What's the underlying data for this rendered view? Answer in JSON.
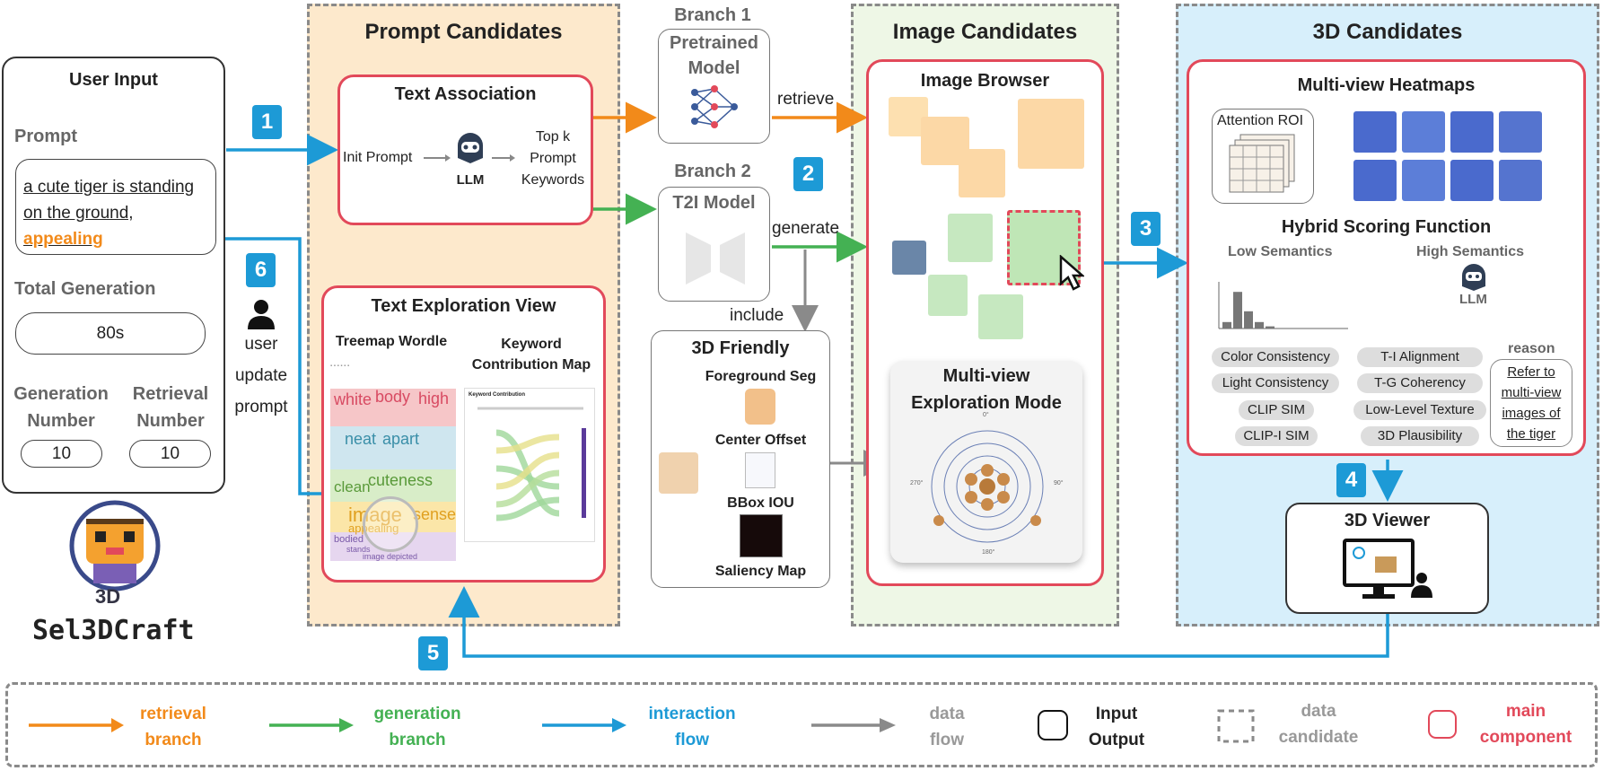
{
  "user_input": {
    "title": "User Input",
    "prompt_label": "Prompt",
    "prompt_line1": "a cute tiger is standing",
    "prompt_line2": "on the ground,",
    "prompt_highlight": "appealing",
    "total_generation_label": "Total Generation",
    "total_generation_value": "80s",
    "generation_number_label_1": "Generation",
    "generation_number_label_2": "Number",
    "retrieval_number_label_1": "Retrieval",
    "retrieval_number_label_2": "Number",
    "generation_number_value": "10",
    "retrieval_number_value": "10"
  },
  "logo": {
    "mark": "3D",
    "text": "Sel3DCraft"
  },
  "steps": {
    "s1": "1",
    "s2": "2",
    "s3": "3",
    "s4": "4",
    "s5": "5",
    "s6": "6"
  },
  "user_update": {
    "line1": "user",
    "line2": "update",
    "line3": "prompt"
  },
  "prompt_candidates": {
    "title": "Prompt Candidates",
    "text_association": {
      "title": "Text Association",
      "init": "Init Prompt",
      "llm": "LLM",
      "topk_1": "Top k",
      "topk_2": "Prompt",
      "topk_3": "Keywords"
    },
    "text_exploration": {
      "title": "Text Exploration View",
      "treemap_title": "Treemap Wordle",
      "keyword_title_1": "Keyword",
      "keyword_title_2": "Contribution Map",
      "keyword_inner_title": "Keyword Contribution",
      "words": [
        "white",
        "body",
        "high",
        "neat",
        "apart",
        "cuteness",
        "clean",
        "image",
        "sense",
        "appealing",
        "bodied",
        "stands",
        "image depicted"
      ]
    }
  },
  "branch1": {
    "title": "Branch 1",
    "model_1": "Pretrained",
    "model_2": "Model",
    "edge": "retrieve"
  },
  "branch2": {
    "title": "Branch 2",
    "model": "T2I Model",
    "edge": "generate",
    "include": "include"
  },
  "friendly": {
    "title": "3D Friendly",
    "items": [
      "Foreground Seg",
      "Center Offset",
      "BBox IOU",
      "Saliency Map"
    ]
  },
  "image_candidates": {
    "title": "Image Candidates",
    "browser": "Image Browser",
    "multiview_1": "Multi-view",
    "multiview_2": "Exploration Mode",
    "polar_ticks": [
      "0°",
      "90°",
      "180°",
      "270°"
    ]
  },
  "three_d_candidates": {
    "title": "3D Candidates",
    "heatmaps": "Multi-view Heatmaps",
    "attention": "Attention ROI",
    "hybrid": "Hybrid Scoring Function",
    "low": "Low Semantics",
    "high": "High Semantics",
    "llm": "LLM",
    "reason": "reason",
    "low_metrics": [
      "Color Consistency",
      "Light  Consistency",
      "CLIP SIM",
      "CLIP-I SIM"
    ],
    "high_metrics": [
      "T-I Alignment",
      "T-G Coherency",
      "Low-Level Texture",
      "3D Plausibility"
    ],
    "reason_text": [
      "Refer to",
      "multi-view",
      "images of",
      "the tiger"
    ],
    "histogram": [
      0.15,
      0.85,
      0.4,
      0.15,
      0.05
    ]
  },
  "viewer": {
    "title": "3D  Viewer"
  },
  "legend": {
    "retrieval_1": "retrieval",
    "retrieval_2": "branch",
    "generation_1": "generation",
    "generation_2": "branch",
    "interaction_1": "interaction",
    "interaction_2": "flow",
    "data_1": "data",
    "data_2": "flow",
    "io_1": "Input",
    "io_2": "Output",
    "cand_1": "data",
    "cand_2": "candidate",
    "main_1": "main",
    "main_2": "component"
  },
  "colors": {
    "orange": "#f28a1a",
    "green": "#44b153",
    "blue": "#1d9ad6",
    "grey": "#8a8a8a",
    "red": "#e2495a",
    "prompt_bg": "#fde9cc",
    "image_bg": "#eef7e6",
    "three_d_bg": "#d7effb"
  }
}
